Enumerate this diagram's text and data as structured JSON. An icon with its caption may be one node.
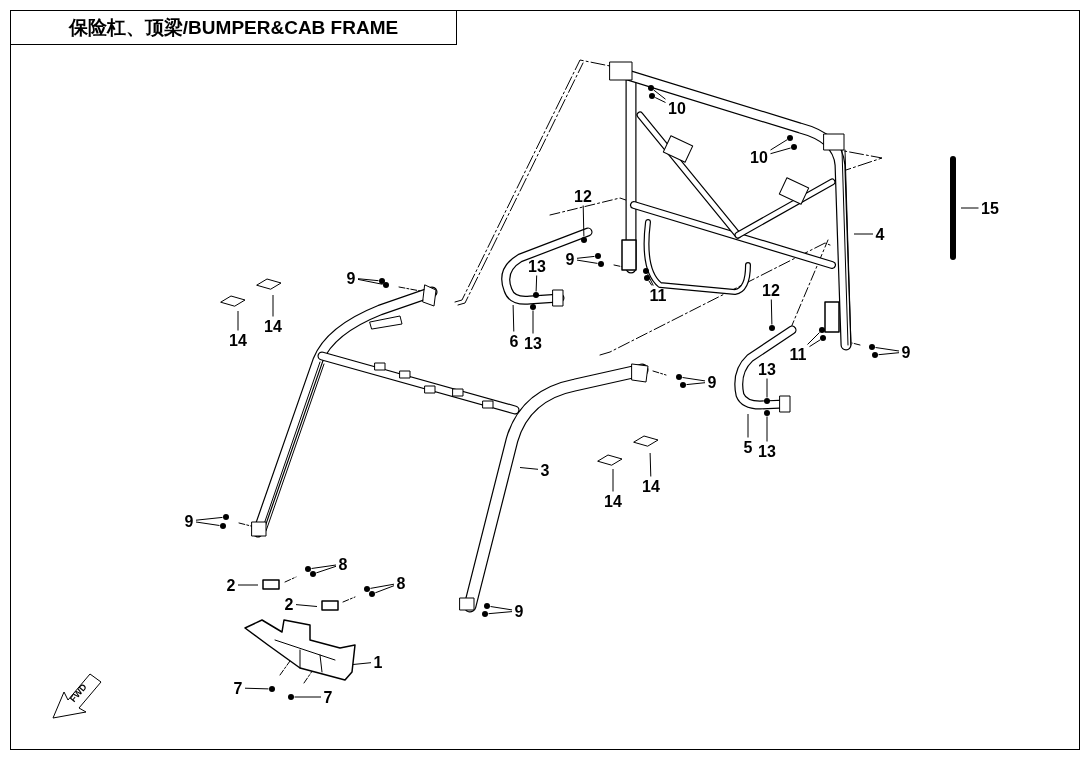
{
  "diagram": {
    "nodes": [
      {
        "text": [
          "保险杠、顶梁/BUMPER&CAB FRAME"
        ]
      },
      {
        "text": [
          "10"
        ]
      },
      {
        "text": [
          "10"
        ]
      },
      {
        "text": [
          "12"
        ]
      },
      {
        "text": [
          "15"
        ]
      },
      {
        "text": [
          "4"
        ]
      },
      {
        "text": [
          "9"
        ]
      },
      {
        "text": [
          "13"
        ]
      },
      {
        "text": [
          "9"
        ]
      },
      {
        "text": [
          "12"
        ]
      },
      {
        "text": [
          "11"
        ]
      },
      {
        "text": [
          "14"
        ]
      },
      {
        "text": [
          "14"
        ]
      },
      {
        "text": [
          "6"
        ]
      },
      {
        "text": [
          "13"
        ]
      },
      {
        "text": [
          "9"
        ]
      },
      {
        "text": [
          "11"
        ]
      },
      {
        "text": [
          "13"
        ]
      },
      {
        "text": [
          "9"
        ]
      },
      {
        "text": [
          "5"
        ]
      },
      {
        "text": [
          "13"
        ]
      },
      {
        "text": [
          "3"
        ]
      },
      {
        "text": [
          "14"
        ]
      },
      {
        "text": [
          "14"
        ]
      },
      {
        "text": [
          "9"
        ]
      },
      {
        "text": [
          "8"
        ]
      },
      {
        "text": [
          "8"
        ]
      },
      {
        "text": [
          "2"
        ]
      },
      {
        "text": [
          "2"
        ]
      },
      {
        "text": [
          "9"
        ]
      },
      {
        "text": [
          "1"
        ]
      },
      {
        "text": [
          "7"
        ]
      },
      {
        "text": [
          "7"
        ]
      },
      {
        "text": [
          "FWD"
        ]
      },
      {
        "text": [],
        "shape": "circle"
      },
      {
        "text": [],
        "shape": "circle"
      },
      {
        "text": [],
        "shape": "circle"
      },
      {
        "text": [],
        "shape": "circle"
      },
      {
        "text": [],
        "shape": "circle"
      },
      {
        "text": [],
        "shape": "circle"
      },
      {
        "text": [],
        "shape": "circle"
      },
      {
        "text": [],
        "shape": "circle"
      },
      {
        "text": [],
        "shape": "circle"
      },
      {
        "text": [],
        "shape": "circle"
      },
      {
        "text": [],
        "shape": "circle"
      },
      {
        "text": [],
        "shape": "circle"
      },
      {
        "text": [],
        "shape": "circle"
      },
      {
        "text": [],
        "shape": "circle"
      },
      {
        "text": [],
        "shape": "circle"
      },
      {
        "text": [],
        "shape": "circle"
      },
      {
        "text": [],
        "shape": "circle"
      },
      {
        "text": [],
        "shape": "circle"
      },
      {
        "text": [],
        "shape": "circle"
      },
      {
        "text": [],
        "shape": "circle"
      },
      {
        "text": [],
        "shape": "circle"
      },
      {
        "text": [],
        "shape": "circle"
      },
      {
        "text": [],
        "shape": "circle"
      },
      {
        "text": [],
        "shape": "circle"
      },
      {
        "text": [],
        "shape": "circle"
      },
      {
        "text": [],
        "shape": "circle"
      },
      {
        "text": [],
        "shape": "circle"
      },
      {
        "text": [],
        "shape": "circle"
      },
      {
        "text": [],
        "shape": "circle"
      },
      {
        "text": [],
        "shape": "circle"
      },
      {
        "text": [],
        "shape": "circle"
      },
      {
        "text": [],
        "shape": "circle"
      }
    ],
    "edges": [
      {
        "from": 1,
        "to": 34,
        "arrow": "none"
      },
      {
        "from": 1,
        "to": 35,
        "arrow": "none"
      },
      {
        "from": 2,
        "to": 36,
        "arrow": "none"
      },
      {
        "from": 2,
        "to": 37,
        "arrow": "none"
      },
      {
        "from": 3,
        "to": 38,
        "arrow": "none"
      },
      {
        "from": 4,
        "to": null,
        "arrow": "none"
      },
      {
        "from": 5,
        "to": null,
        "arrow": "none"
      },
      {
        "from": 6,
        "to": 39,
        "arrow": "none"
      },
      {
        "from": 6,
        "to": 40,
        "arrow": "none"
      },
      {
        "from": 7,
        "to": 41,
        "arrow": "none"
      },
      {
        "from": 8,
        "to": 42,
        "arrow": "none"
      },
      {
        "from": 8,
        "to": 43,
        "arrow": "none"
      },
      {
        "from": 9,
        "to": 44,
        "arrow": "none"
      },
      {
        "from": 10,
        "to": 45,
        "arrow": "none"
      },
      {
        "from": 10,
        "to": 46,
        "arrow": "none"
      },
      {
        "from": 11,
        "to": null,
        "arrow": "none"
      },
      {
        "from": 12,
        "to": null,
        "arrow": "none"
      },
      {
        "from": 13,
        "to": null,
        "arrow": "none"
      },
      {
        "from": 14,
        "to": 47,
        "arrow": "none"
      },
      {
        "from": 15,
        "to": 48,
        "arrow": "none"
      },
      {
        "from": 15,
        "to": 49,
        "arrow": "none"
      },
      {
        "from": 16,
        "to": 50,
        "arrow": "none"
      },
      {
        "from": 16,
        "to": 51,
        "arrow": "none"
      },
      {
        "from": 17,
        "to": 52,
        "arrow": "none"
      },
      {
        "from": 18,
        "to": 53,
        "arrow": "none"
      },
      {
        "from": 18,
        "to": 54,
        "arrow": "none"
      },
      {
        "from": 19,
        "to": null,
        "arrow": "none"
      },
      {
        "from": 20,
        "to": 55,
        "arrow": "none"
      },
      {
        "from": 21,
        "to": null,
        "arrow": "none"
      },
      {
        "from": 22,
        "to": null,
        "arrow": "none"
      },
      {
        "from": 23,
        "to": null,
        "arrow": "none"
      },
      {
        "from": 24,
        "to": 56,
        "arrow": "none"
      },
      {
        "from": 24,
        "to": 57,
        "arrow": "none"
      },
      {
        "from": 25,
        "to": 58,
        "arrow": "none"
      },
      {
        "from": 25,
        "to": 59,
        "arrow": "none"
      },
      {
        "from": 26,
        "to": 60,
        "arrow": "none"
      },
      {
        "from": 26,
        "to": 61,
        "arrow": "none"
      },
      {
        "from": 27,
        "to": null,
        "arrow": "none"
      },
      {
        "from": 28,
        "to": null,
        "arrow": "none"
      },
      {
        "from": 29,
        "to": 62,
        "arrow": "none"
      },
      {
        "from": 29,
        "to": 63,
        "arrow": "none"
      },
      {
        "from": 30,
        "to": null,
        "arrow": "none"
      },
      {
        "from": 31,
        "to": 64,
        "arrow": "none"
      },
      {
        "from": 32,
        "to": 65,
        "arrow": "none"
      }
    ]
  }
}
